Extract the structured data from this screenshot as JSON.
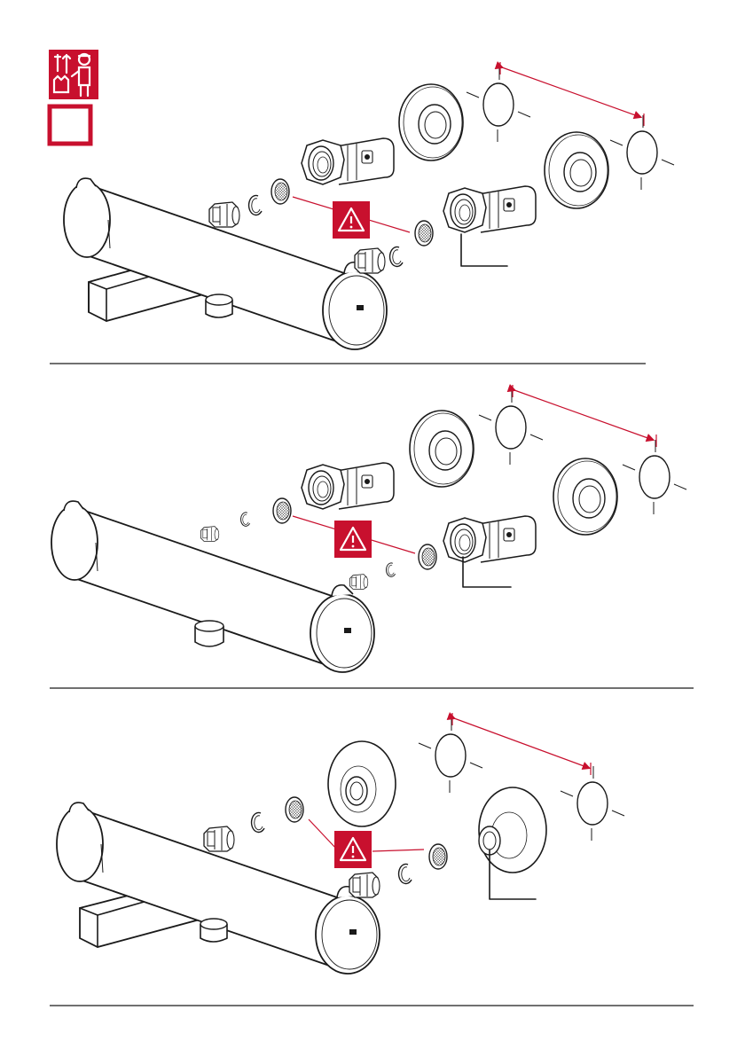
{
  "colors": {
    "accent": "#c8102e",
    "line": "#1a1a1a",
    "background": "#ffffff"
  },
  "icons": {
    "tools_badge": "installer-tools-icon",
    "warning": "warning-triangle-icon",
    "empty_box": "blank-square-icon"
  },
  "panels": [
    {
      "id": "top",
      "variant": "thermostatic-bath-mixer-with-spout"
    },
    {
      "id": "middle",
      "variant": "thermostatic-shower-mixer"
    },
    {
      "id": "bottom",
      "variant": "thermostatic-bath-mixer-round-escutcheon"
    }
  ]
}
